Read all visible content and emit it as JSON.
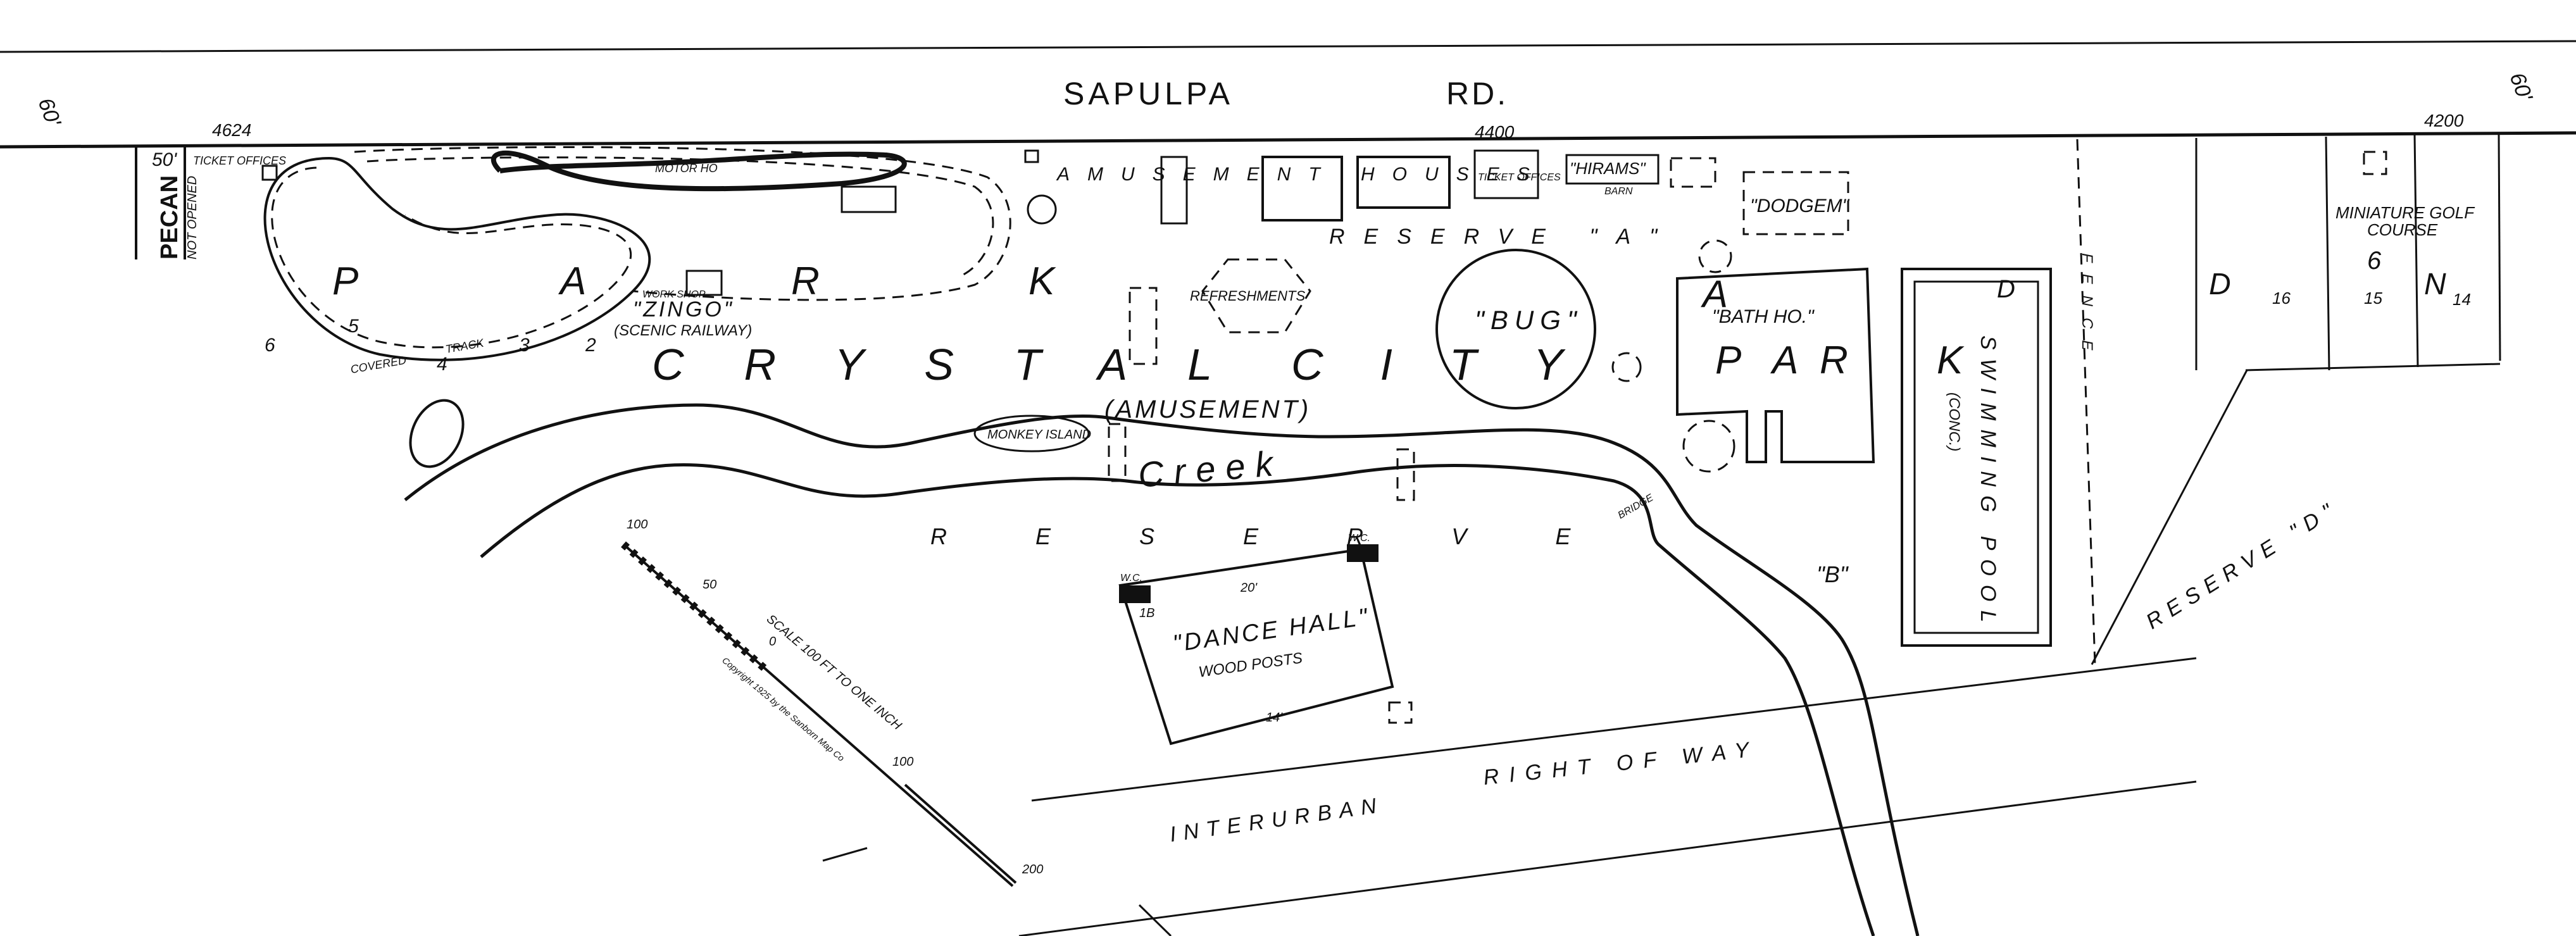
{
  "streets": {
    "top_road": "SAPULPA",
    "top_road_suffix": "RD.",
    "width_left": "60'",
    "width_right": "60'",
    "side_street": "PECAN",
    "side_street_note": "NOT OPENED",
    "side_street_width": "50'"
  },
  "addresses": {
    "a4624": "4624",
    "a4400": "4400",
    "a4200": "4200"
  },
  "park": {
    "name_1": "CRYSTAL",
    "name_2": "CITY",
    "amusement_note": "(AMUSEMENT)",
    "park_word_letters": [
      "P",
      "A",
      "R",
      "K"
    ],
    "park_word_right": [
      "P",
      "A",
      "R",
      "K"
    ]
  },
  "features": {
    "ticket_offices": "TICKET OFFICES",
    "motor_ho": "MOTOR HO",
    "work_shop": "WORK SHOP",
    "zingo": "\"ZINGO\"",
    "scenic_railway": "(SCENIC RAILWAY)",
    "covered": "COVERED",
    "track": "TRACK",
    "amusement_houses": "AMUSEMENT HOUSES",
    "ticket_offices_2": "TICKET OFFICES",
    "hirams": "\"HIRAMS\"",
    "barn": "BARN",
    "dodgem": "\"DODGEM\"",
    "reserve_a": "RESERVE \"A\"",
    "refreshments": "REFRESHMENTS",
    "bug": "\"BUG\"",
    "bath_ho": "\"BATH HO.\"",
    "swimming_pool": "SWIMMING POOL",
    "conc": "(CONC.)",
    "fence": "FENCE",
    "monkey_island": "MONKEY ISLAND",
    "creek": "Creek",
    "reserve_b_word": "RESERVE",
    "reserve_b": "\"B\"",
    "dance_hall": "\"DANCE HALL\"",
    "wood_posts": "WOOD POSTS",
    "wc": "W.C.",
    "dim_20": "20'",
    "dim_14": "14'",
    "dim_1b": "1B",
    "bridge": "BRIDGE",
    "interurban": "INTERURBAN",
    "right_of_way": "RIGHT OF WAY",
    "reserve_d": "RESERVE \"D\"",
    "miniature_golf": "MINIATURE GOLF",
    "course": "COURSE",
    "letter_a": "A",
    "letter_d": "D",
    "letter_d2": "D",
    "letter_n": "N",
    "lot_16": "16",
    "lot_15": "15",
    "lot_14": "14",
    "sheet_6": "6",
    "track_numbers": [
      "6",
      "5",
      "4",
      "3",
      "2"
    ]
  },
  "scale": {
    "text": "SCALE 100 FT TO ONE INCH",
    "copyright": "Copyright 1925 by the Sanborn Map Co",
    "ticks": [
      "100",
      "50",
      "0",
      "100",
      "200"
    ]
  }
}
